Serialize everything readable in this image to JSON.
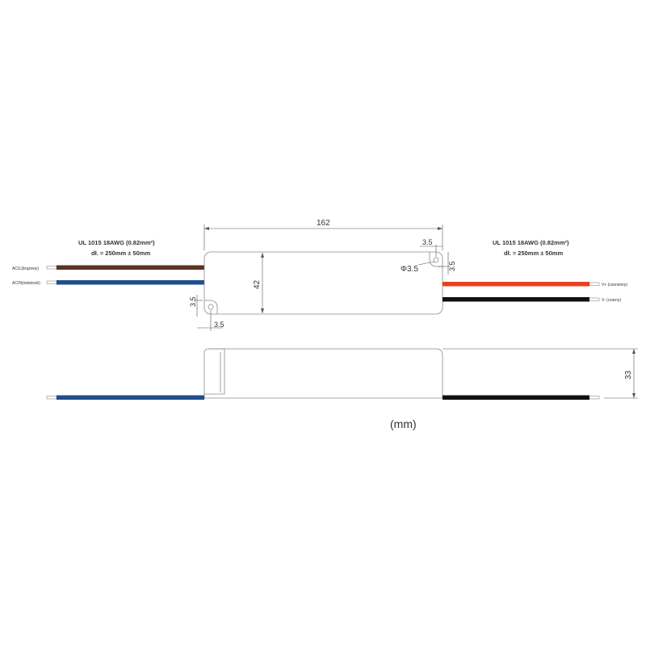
{
  "colors": {
    "brown_wire": "#5c3321",
    "blue_wire": "#1f4e8c",
    "red_wire": "#e8401c",
    "black_wire": "#111111",
    "line": "#8a8a8a",
    "text": "#333333"
  },
  "top_view": {
    "width_dim": "162",
    "height_dim": "42",
    "hole_diameter": "Φ3.5",
    "hole_top_offset_x": "3.5",
    "hole_top_offset_y": "3.5",
    "hole_bottom_offset_x": "3.5",
    "hole_bottom_offset_y": "3.5",
    "input_cable": {
      "spec_line1": "UL 1015  18AWG (0.82mm²)",
      "spec_line2": "dł. = 250mm ± 50mm",
      "wires": [
        {
          "label": "AC/L(brązowy)",
          "color": "brown"
        },
        {
          "label": "AC/N(niebieski)",
          "color": "blue"
        }
      ]
    },
    "output_cable": {
      "spec_line1": "UL 1015  18AWG (0.82mm²)",
      "spec_line2": "dł. = 250mm ± 50mm",
      "wires": [
        {
          "label": "V+ (czerwony)",
          "color": "red"
        },
        {
          "label": "V- (czarny)",
          "color": "black"
        }
      ]
    }
  },
  "side_view": {
    "height_dim": "33"
  },
  "units_label": "(mm)"
}
